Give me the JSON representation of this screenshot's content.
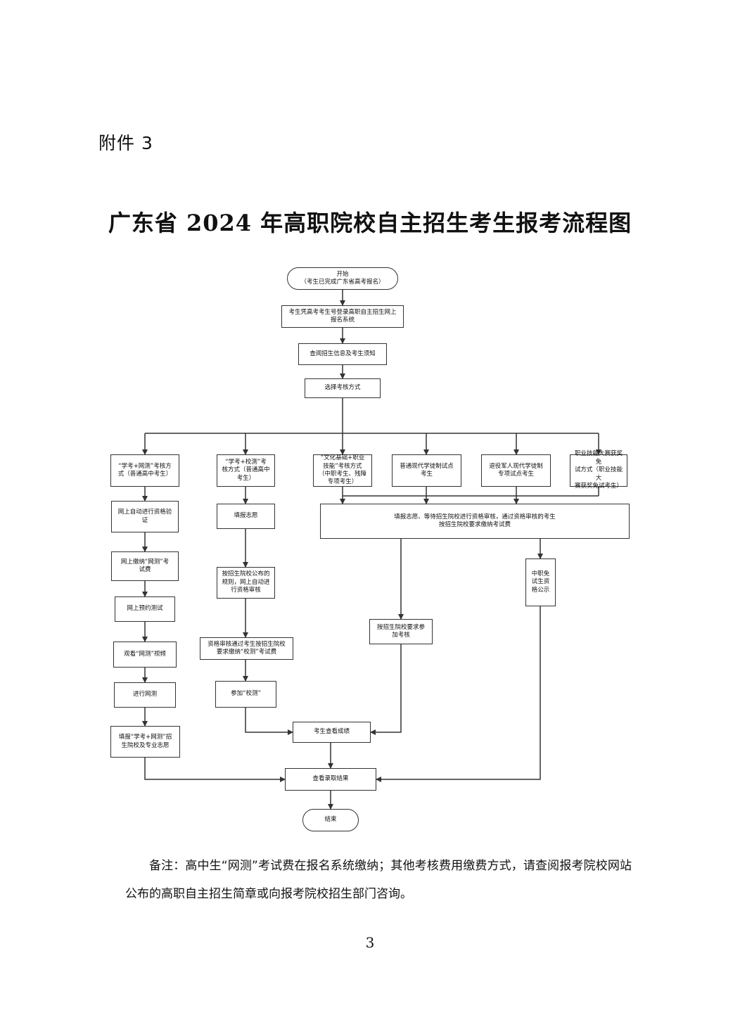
{
  "attachment": "附件 3",
  "title": "广东省 2024 年高职院校自主招生考生报考流程图",
  "flow": {
    "start": "开始\n（考生已完成广东省高考报名）",
    "login": "考生凭高考考生号登录高职自主招生网上\n报名系统",
    "read": "查阅招生信息及考生须知",
    "choose": "选择考核方式",
    "branch1": "“学考+网测”考核方\n式（普通高中考生）",
    "branch2": "“学考+校测”考\n核方式（普通高中\n考生）",
    "branch3": "“文化基础+职业\n技能”考核方式\n（中职考生、残障\n专项考生）",
    "branch4": "普通现代学徒制试点\n考生",
    "branch5": "退役军人现代学徒制\n专项试点考生",
    "branch6": "职业技能大赛获奖免\n试方式（职业技能大\n赛获奖免试考生）",
    "b1_step1": "网上自动进行资格验\n证",
    "b1_step2": "网上缴纳“网测”考\n试费",
    "b1_step3": "网上预约测试",
    "b1_step4": "观看“网测”视频",
    "b1_step5": "进行网测",
    "b1_step6": "填报“学考+网测”招\n生院校及专业志愿",
    "b2_step1": "填报志愿",
    "b2_step2": "按招生院校公布的\n规则，网上自动进\n行资格审核",
    "b2_step3": "资格审核通过考生按招生院校\n要求缴纳“校测”考试费",
    "b2_step4": "参加“校测”",
    "merged": "填报志愿、等待招生院校进行资格审核，通过资格审核的考生\n按招生院校要求缴纳考试费",
    "exam": "按招生院校要求参\n加考核",
    "publicity": "中职免\n试生资\n格公示",
    "score": "考生查看成绩",
    "result": "查看录取结果",
    "end": "结束"
  },
  "note": "备注：高中生“网测”考试费在报名系统缴纳；其他考核费用缴费方式，请查阅报考院校网站公布的高职自主招生简章或向报考院校招生部门咨询。",
  "page_number": "3"
}
